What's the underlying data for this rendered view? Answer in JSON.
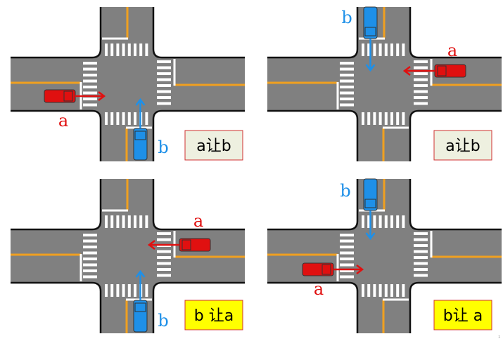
{
  "colors": {
    "road": "#808080",
    "edge": "#111111",
    "yellow": "#f0a020",
    "car_a": "#e01010",
    "car_b": "#1e90e8",
    "rule_box_plain": "#eef0e0",
    "rule_box_yellow": "#ffff00",
    "rule_border": "#d03030"
  },
  "panels": [
    {
      "vehicle_a": "a",
      "vehicle_b": "b",
      "rule": "a让b",
      "rule_style": "plain"
    },
    {
      "vehicle_a": "a",
      "vehicle_b": "b",
      "rule": "a让b",
      "rule_style": "plain"
    },
    {
      "vehicle_a": "a",
      "vehicle_b": "b",
      "rule": "b 让a",
      "rule_style": "yellow"
    },
    {
      "vehicle_a": "a",
      "vehicle_b": "b",
      "rule": "b让 a",
      "rule_style": "yellow"
    }
  ],
  "page_number": "1"
}
